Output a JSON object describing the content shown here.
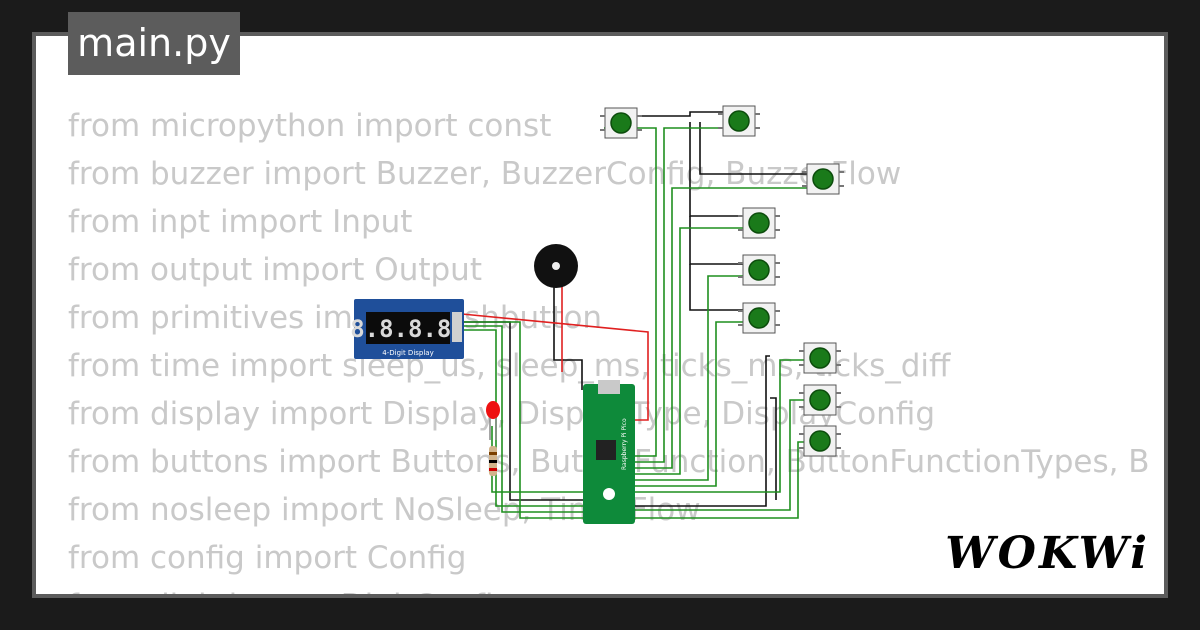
{
  "file_tab": {
    "label": "main.py"
  },
  "code_lines": [
    "from micropython import const",
    "from buzzer import Buzzer, BuzzerConfig, BuzzerFlow",
    "from inpt import Input",
    "from output import Output",
    "from primitives import Pushbutton",
    "from time import sleep_us, sleep_ms, ticks_ms, ticks_diff",
    "from display import Display, DisplayType, DisplayConfig",
    "from buttons import Buttons, ButtonFunction, ButtonFunctionTypes, B",
    "from nosleep import NoSleep, TimerFlow",
    "from config import Config",
    "from digit import DigitConfig"
  ],
  "display_module": {
    "digits": "8.8.8.8.",
    "label": "4-Digit Display"
  },
  "board": {
    "label": "Raspberry Pi Pico"
  },
  "brand": {
    "name": "WOKWi"
  },
  "colors": {
    "frame": "#5c5c5c",
    "code_text": "#c9c9c9",
    "button_cap": "#1a7a1a",
    "wire_green": "#1f8f1f",
    "wire_red": "#e02020",
    "board": "#0e8a3a",
    "display_pcb": "#1f4f9a"
  },
  "icons": [
    "pushbutton-icon",
    "buzzer-icon",
    "led-icon",
    "resistor-icon"
  ]
}
